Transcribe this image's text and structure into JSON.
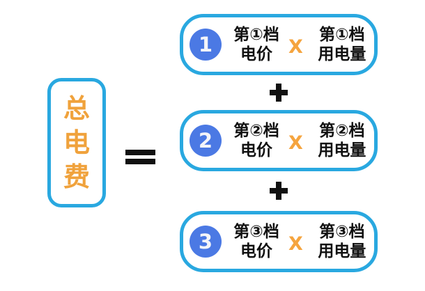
{
  "colors": {
    "pill_border_cyan": "#29a8e0",
    "badge_blue": "#4b79e4",
    "accent_orange": "#f0a23c",
    "multiply_orange": "#f5a43e",
    "operator_black": "#111111",
    "background": "#ffffff"
  },
  "total_box": {
    "label": "总电费",
    "chars": [
      "总",
      "电",
      "费"
    ]
  },
  "operators": {
    "equals": "=",
    "plus": "+",
    "multiply": "X"
  },
  "tiers": [
    {
      "number": "1",
      "price_line1": "第①档",
      "price_line2": "电价",
      "usage_line1": "第①档",
      "usage_line2": "用电量"
    },
    {
      "number": "2",
      "price_line1": "第②档",
      "price_line2": "电价",
      "usage_line1": "第②档",
      "usage_line2": "用电量"
    },
    {
      "number": "3",
      "price_line1": "第③档",
      "price_line2": "电价",
      "usage_line1": "第③档",
      "usage_line2": "用电量"
    }
  ]
}
